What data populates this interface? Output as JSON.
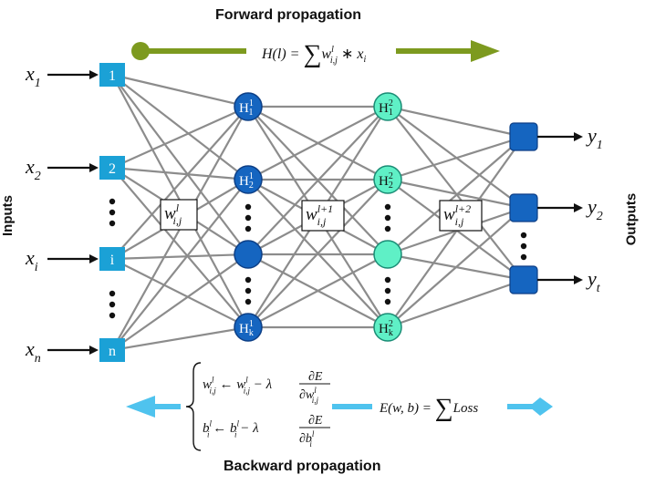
{
  "headings": {
    "forward": "Forward propagation",
    "backward": "Backward propagation",
    "inputs": "Inputs",
    "outputs": "Outputs"
  },
  "forward_formula": {
    "lhs": "H(l) = ",
    "sum": "∑",
    "w": "w",
    "w_sup": "l",
    "w_sub": "i,j",
    "op": " ∗ ",
    "x": "x",
    "x_sub": "i"
  },
  "input_labels": [
    {
      "base": "x",
      "sub": "1"
    },
    {
      "base": "x",
      "sub": "2"
    },
    {
      "base": "x",
      "sub": "i"
    },
    {
      "base": "x",
      "sub": "n"
    }
  ],
  "input_boxes": [
    "1",
    "2",
    "i",
    "n"
  ],
  "hidden1": [
    {
      "base": "H",
      "sup": "1",
      "sub": "1"
    },
    {
      "base": "H",
      "sup": "1",
      "sub": "2"
    },
    {
      "base": "",
      "sup": "",
      "sub": ""
    },
    {
      "base": "H",
      "sup": "1",
      "sub": "k"
    }
  ],
  "hidden2": [
    {
      "base": "H",
      "sup": "2",
      "sub": "1"
    },
    {
      "base": "H",
      "sup": "2",
      "sub": "2"
    },
    {
      "base": "",
      "sup": "",
      "sub": ""
    },
    {
      "base": "H",
      "sup": "2",
      "sub": "k"
    }
  ],
  "weight_boxes": [
    {
      "base": "w",
      "sup": "l",
      "sub": "i,j"
    },
    {
      "base": "w",
      "sup": "l+1",
      "sub": "i,j"
    },
    {
      "base": "w",
      "sup": "l+2",
      "sub": "i,j"
    }
  ],
  "output_labels": [
    {
      "base": "y",
      "sub": "1"
    },
    {
      "base": "y",
      "sub": "2"
    },
    {
      "base": "y",
      "sub": "t"
    }
  ],
  "update_rules": {
    "w_lhs": {
      "base": "w",
      "sup": "l",
      "sub": "i,j"
    },
    "w_arrow": " ← ",
    "w_rhs": {
      "base": "w",
      "sup": "l",
      "sub": "i,j"
    },
    "w_minus": " − λ",
    "w_num": "∂E",
    "w_den": {
      "prefix": "∂",
      "base": "w",
      "sup": "l",
      "sub": "i,j"
    },
    "b_lhs": {
      "base": "b",
      "sup": "l",
      "sub": "i"
    },
    "b_arrow": " ← ",
    "b_rhs": {
      "base": "b",
      "sup": "l",
      "sub": "i"
    },
    "b_minus": " − λ",
    "b_num": "∂E",
    "b_den": {
      "prefix": "∂",
      "base": "b",
      "sup": "l",
      "sub": "i"
    }
  },
  "loss_formula": {
    "lhs": "E(w, b) = ",
    "sum": "∑",
    "term": "Loss"
  },
  "colors": {
    "input_box": "#1ba1d6",
    "hidden1_fill": "#1565c0",
    "hidden1_stroke": "#0d3f86",
    "hidden2_fill": "#5ff0c6",
    "hidden2_stroke": "#1a8c75",
    "output_fill": "#1565c0",
    "edge": "#8c8c8c",
    "forward_arrow": "#7d9a1f",
    "backward_arrow": "#4fc3ee"
  }
}
